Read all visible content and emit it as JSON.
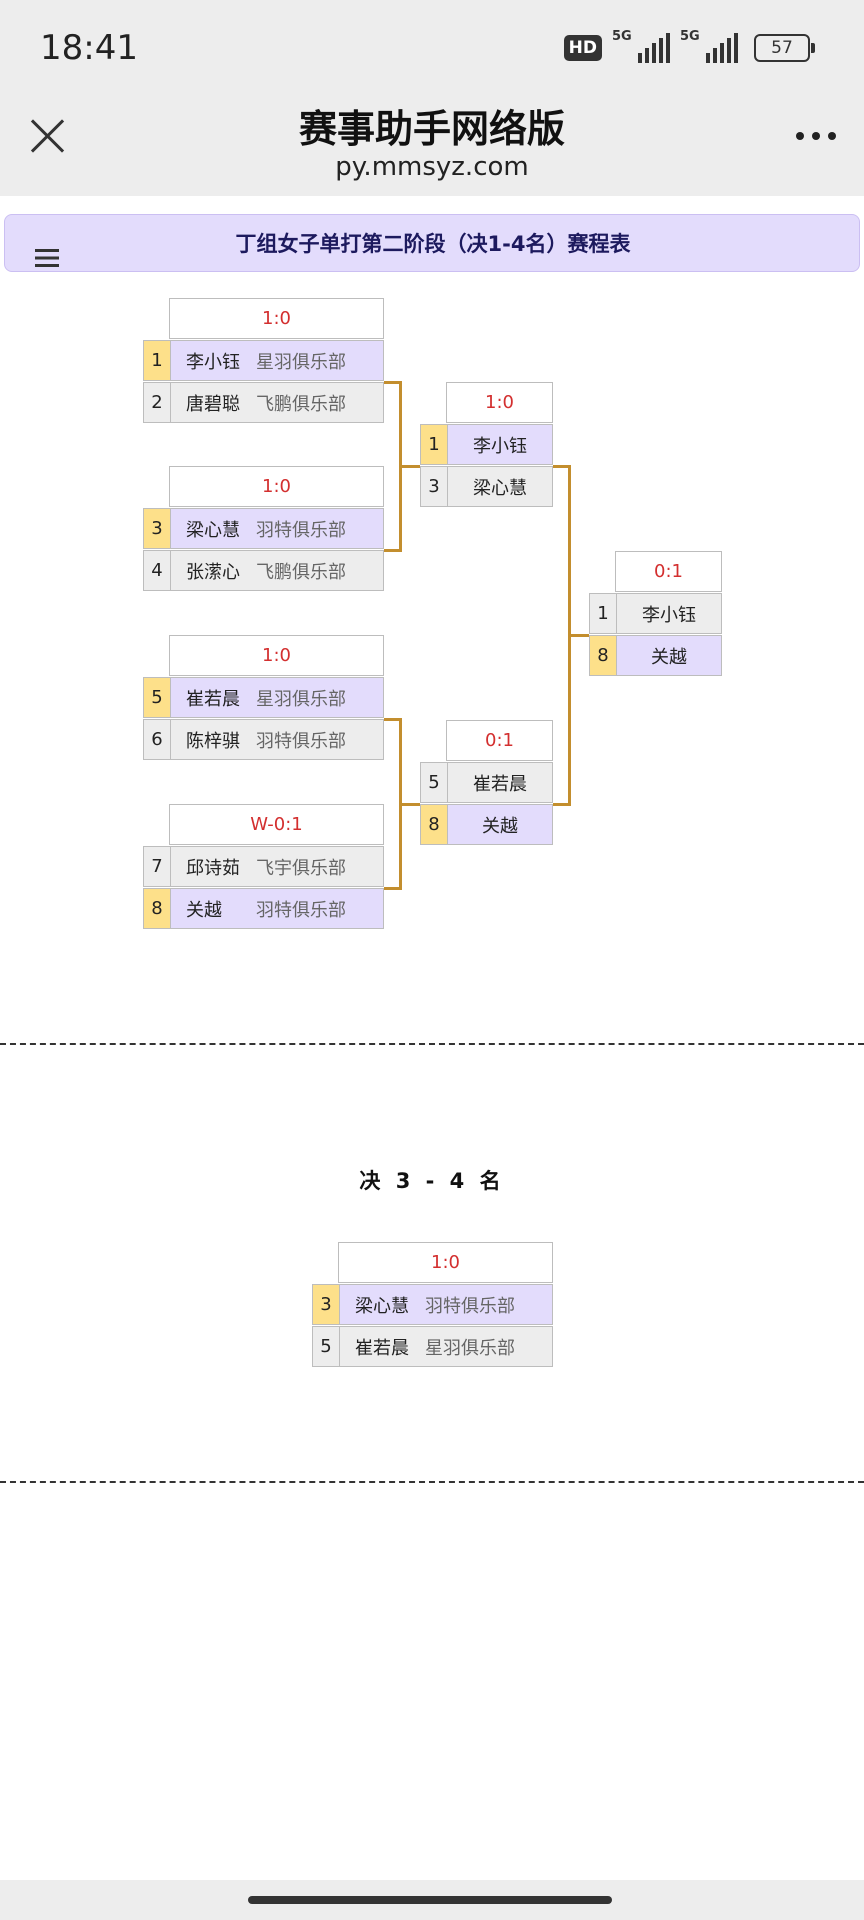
{
  "status_bar": {
    "time": "18:41",
    "hd_label": "HD",
    "net1_label": "5G",
    "net2_label": "5G",
    "battery": "57"
  },
  "header": {
    "title": "赛事助手网络版",
    "url": "py.mmsyz.com",
    "close_icon": "close-icon",
    "more_icon": "more-dots-icon"
  },
  "page": {
    "title": "丁组女子单打第二阶段（决1-4名）赛程表",
    "menu_icon": "hamburger-menu-icon"
  },
  "bracket": {
    "round1": [
      {
        "score": "1:0",
        "top": {
          "seed": "1",
          "name": "李小钰",
          "club": "星羽俱乐部",
          "winner": true
        },
        "bottom": {
          "seed": "2",
          "name": "唐碧聪",
          "club": "飞鹏俱乐部",
          "winner": false
        }
      },
      {
        "score": "1:0",
        "top": {
          "seed": "3",
          "name": "梁心慧",
          "club": "羽特俱乐部",
          "winner": true
        },
        "bottom": {
          "seed": "4",
          "name": "张潆心",
          "club": "飞鹏俱乐部",
          "winner": false
        }
      },
      {
        "score": "1:0",
        "top": {
          "seed": "5",
          "name": "崔若晨",
          "club": "星羽俱乐部",
          "winner": true
        },
        "bottom": {
          "seed": "6",
          "name": "陈梓骐",
          "club": "羽特俱乐部",
          "winner": false
        }
      },
      {
        "score": "W-0:1",
        "top": {
          "seed": "7",
          "name": "邱诗茹",
          "club": "飞宇俱乐部",
          "winner": false
        },
        "bottom": {
          "seed": "8",
          "name": "关越",
          "club": "羽特俱乐部",
          "winner": true
        }
      }
    ],
    "semifinals": [
      {
        "score": "1:0",
        "top": {
          "seed": "1",
          "name": "李小钰",
          "winner": true
        },
        "bottom": {
          "seed": "3",
          "name": "梁心慧",
          "winner": false
        }
      },
      {
        "score": "0:1",
        "top": {
          "seed": "5",
          "name": "崔若晨",
          "winner": false
        },
        "bottom": {
          "seed": "8",
          "name": "关越",
          "winner": true
        }
      }
    ],
    "final": {
      "score": "0:1",
      "top": {
        "seed": "1",
        "name": "李小钰",
        "winner": false
      },
      "bottom": {
        "seed": "8",
        "name": "关越",
        "winner": true
      }
    }
  },
  "third_place": {
    "title": "决 3 - 4 名",
    "score": "1:0",
    "top": {
      "seed": "3",
      "name": "梁心慧",
      "club": "羽特俱乐部",
      "winner": true
    },
    "bottom": {
      "seed": "5",
      "name": "崔若晨",
      "club": "星羽俱乐部",
      "winner": false
    }
  },
  "colors": {
    "winner_bg": "#e3dcfc",
    "winner_seed_bg": "#fde08a",
    "loser_bg": "#ededed",
    "score_text": "#d32f2f",
    "connector": "#c38e2e"
  }
}
